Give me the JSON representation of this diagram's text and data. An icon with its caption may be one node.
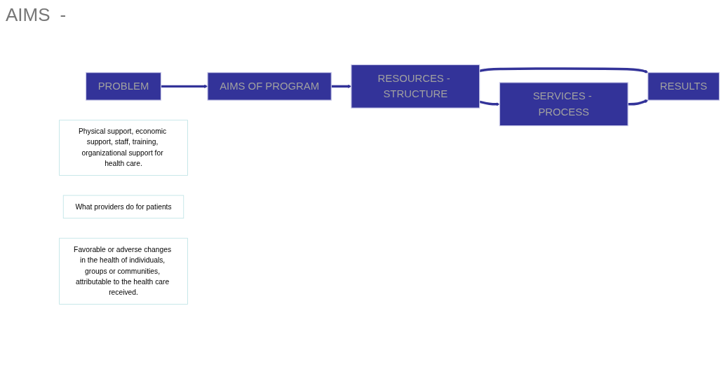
{
  "diagram": {
    "nodes": [
      {
        "text": [
          "AIMS OF PROGRAM"
        ]
      },
      {
        "text": [
          "RESOURCES - STRUCTURE"
        ]
      },
      {
        "text": [
          "SERVICES - PROCESS"
        ]
      },
      {
        "text": [
          "PROBLEM"
        ]
      },
      {
        "text": [
          "Physical support, economic support, staff, training, organizational support for health care."
        ]
      },
      {
        "text": [
          "What providers do for patients"
        ]
      },
      {
        "text": [
          "RESULTS"
        ]
      },
      {
        "text": [
          "Favorable or adverse changes in the health of individuals, groups or communities, attributable to the health care received."
        ]
      }
    ],
    "edges": [
      {
        "from": 0,
        "to": 1,
        "arrow": "to"
      },
      {
        "from": 1,
        "to": 2,
        "arrow": "to"
      },
      {
        "from": 3,
        "to": 0,
        "arrow": "to"
      },
      {
        "from": 1,
        "to": 6,
        "arrow": "to"
      },
      {
        "from": 2,
        "to": 6,
        "arrow": "to"
      }
    ],
    "labels": [
      "AIMS",
      "-"
    ]
  }
}
